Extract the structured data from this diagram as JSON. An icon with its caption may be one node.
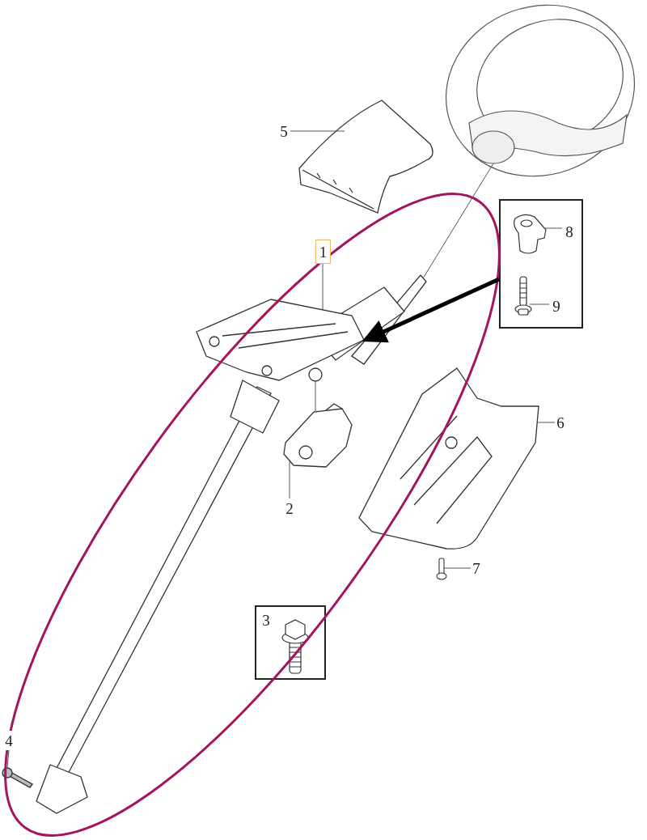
{
  "diagram": {
    "nodes": [
      {
        "text": [],
        "shape": "picture"
      },
      {
        "text": [],
        "shape": "picture"
      },
      {
        "text": [
          "5"
        ]
      },
      {
        "text": [],
        "shape": "picture"
      },
      {
        "text": [
          "1"
        ]
      },
      {
        "text": [],
        "shape": "box"
      },
      {
        "text": [],
        "shape": "picture",
        "in": 5
      },
      {
        "text": [
          "8"
        ],
        "in": 5
      },
      {
        "text": [],
        "shape": "picture",
        "in": 5
      },
      {
        "text": [
          "9"
        ],
        "in": 5
      },
      {
        "text": [],
        "shape": "picture"
      },
      {
        "text": [
          "6"
        ]
      },
      {
        "text": [],
        "shape": "picture"
      },
      {
        "text": [
          "2"
        ]
      },
      {
        "text": [],
        "shape": "picture"
      },
      {
        "text": [
          "7"
        ]
      },
      {
        "text": [],
        "shape": "box"
      },
      {
        "text": [
          "3"
        ],
        "in": 16
      },
      {
        "text": [],
        "shape": "picture",
        "in": 16
      },
      {
        "text": [],
        "shape": "bar"
      },
      {
        "text": [
          "4"
        ]
      }
    ],
    "edges": [
      {
        "from": 2,
        "to": 1,
        "arrow": "none"
      },
      {
        "from": 4,
        "to": 3,
        "arrow": "none"
      },
      {
        "from": 7,
        "to": 6,
        "arrow": "none"
      },
      {
        "from": 9,
        "to": 8,
        "arrow": "none"
      },
      {
        "from": 11,
        "to": 10,
        "arrow": "none"
      },
      {
        "from": 13,
        "to": 12,
        "arrow": "none"
      },
      {
        "from": 15,
        "to": 14,
        "arrow": "none"
      },
      {
        "from": 20,
        "to": 19,
        "arrow": "none"
      },
      {
        "from": 5,
        "to": 3,
        "arrow": "to",
        "style": "thick"
      },
      {
        "from": 0,
        "to": 3,
        "arrow": "none"
      },
      {
        "from": 3,
        "to": 12,
        "arrow": "none"
      }
    ]
  }
}
